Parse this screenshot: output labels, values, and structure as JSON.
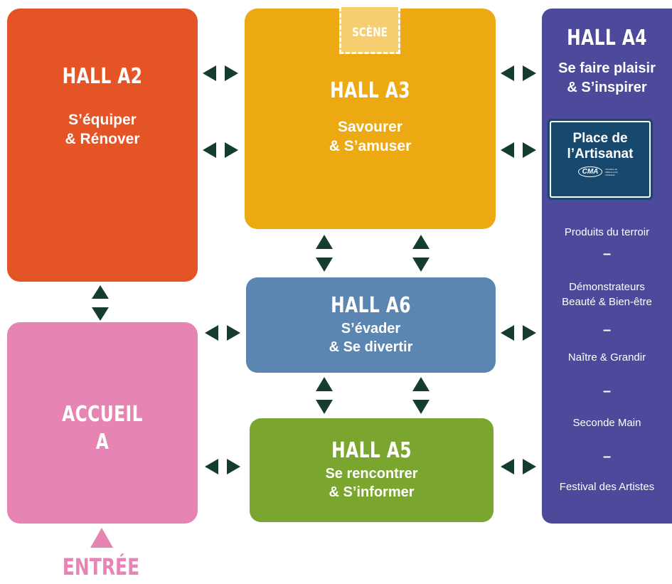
{
  "hall_a2": {
    "title": "HALL A2",
    "line1": "S’équiper",
    "line2": "& Rénover",
    "color": "#e55424"
  },
  "hall_a3": {
    "title": "HALL A3",
    "line1": "Savourer",
    "line2": "& S’amuser",
    "stage": "SCÈNE",
    "color": "#eca912"
  },
  "hall_a4": {
    "title": "HALL A4",
    "line1": "Se faire plaisir",
    "line2": "& S’inspirer",
    "color": "#4e4a9b",
    "badge": {
      "line1": "Place de",
      "line2": "l’Artisanat",
      "logo_text": "CMA",
      "logo_small": "Chambre de Métiers et de l'Artisanat"
    },
    "items": [
      "Produits du terroir",
      "Démonstrateurs",
      "Beauté & Bien-être",
      "Naître & Grandir",
      "Seconde Main",
      "Festival des Artistes"
    ],
    "separator": "–"
  },
  "hall_a6": {
    "title": "HALL A6",
    "line1": "S’évader",
    "line2": "& Se divertir",
    "color": "#5b86b2"
  },
  "hall_a5": {
    "title": "HALL A5",
    "line1": "Se rencontrer",
    "line2": "& S’informer",
    "color": "#7aa62f"
  },
  "accueil": {
    "line1": "ACCUEIL",
    "line2": "A",
    "color": "#e684b3"
  },
  "entrance": {
    "label": "ENTRÉE",
    "color": "#e684b3"
  },
  "arrow_color": "#143d30"
}
